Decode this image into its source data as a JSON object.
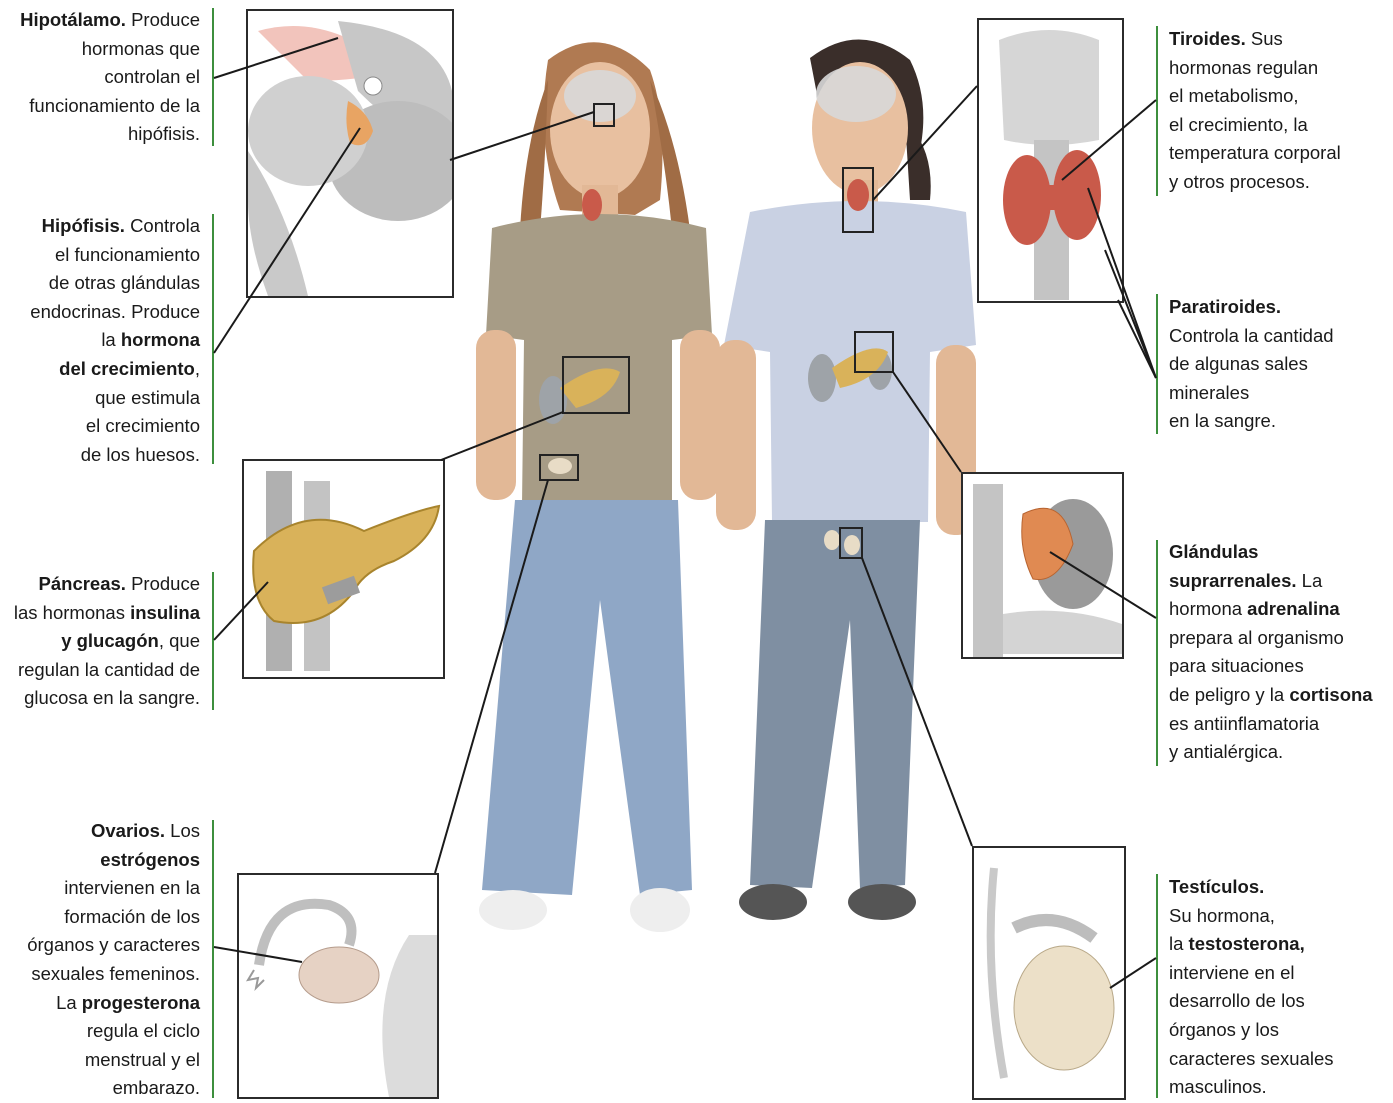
{
  "captions": {
    "hipotalamo": {
      "title": "Hipotálamo.",
      "lines": [
        "Produce",
        "hormonas que",
        "controlan el",
        "funcionamiento de la",
        "hipófisis."
      ]
    },
    "hipofisis": {
      "title": "Hipófisis.",
      "lines": [
        "Controla",
        "el funcionamiento",
        "de otras glándulas",
        "endocrinas. Produce",
        "la",
        "hormona",
        "del crecimiento",
        ",",
        "que estimula",
        "el crecimiento",
        "de los huesos."
      ]
    },
    "pancreas": {
      "title": "Páncreas.",
      "lines": [
        "Produce",
        "las hormonas",
        "insulina",
        "y glucagón",
        ", que",
        "regulan la cantidad de",
        "glucosa en la sangre."
      ]
    },
    "ovarios": {
      "title": "Ovarios.",
      "lines": [
        "Los",
        "estrógenos",
        "intervienen en la",
        "formación de los",
        "órganos y caracteres",
        "sexuales femeninos.",
        "La",
        "progesterona",
        "regula el ciclo",
        "menstrual y el",
        "embarazo."
      ]
    },
    "tiroides": {
      "title": "Tiroides.",
      "lines": [
        "Sus",
        "hormonas regulan",
        "el metabolismo,",
        "el crecimiento, la",
        "temperatura corporal",
        "y otros procesos."
      ]
    },
    "paratiroides": {
      "title": "Paratiroides.",
      "lines": [
        "Controla la cantidad",
        "de algunas sales",
        "minerales",
        "en la sangre."
      ]
    },
    "suprarrenales": {
      "title": "Glándulas",
      "lines": [
        "suprarrenales.",
        "La",
        "hormona",
        "adrenalina",
        "prepara al organismo",
        "para situaciones",
        "de peligro y la",
        "cortisona",
        "es antiinflamatoria",
        "y antialérgica."
      ]
    },
    "testiculos": {
      "title": "Testículos.",
      "lines": [
        "Su hormona,",
        "la",
        "testosterona,",
        "interviene en el",
        "desarrollo de los",
        "órganos y los",
        "caracteres sexuales",
        "masculinos."
      ]
    }
  },
  "colors": {
    "accent_bar": "#3d8f3d",
    "gland_orange": "#e8a463",
    "thyroid_red": "#c95a4a",
    "pancreas_gold": "#d9b25a",
    "kidney_gray": "#9ea3a8",
    "shirt_girl": "#a79c86",
    "shirt_boy": "#c9d1e3",
    "jeans": "#8fa7c6",
    "jeans_boy": "#7f8fa2"
  }
}
